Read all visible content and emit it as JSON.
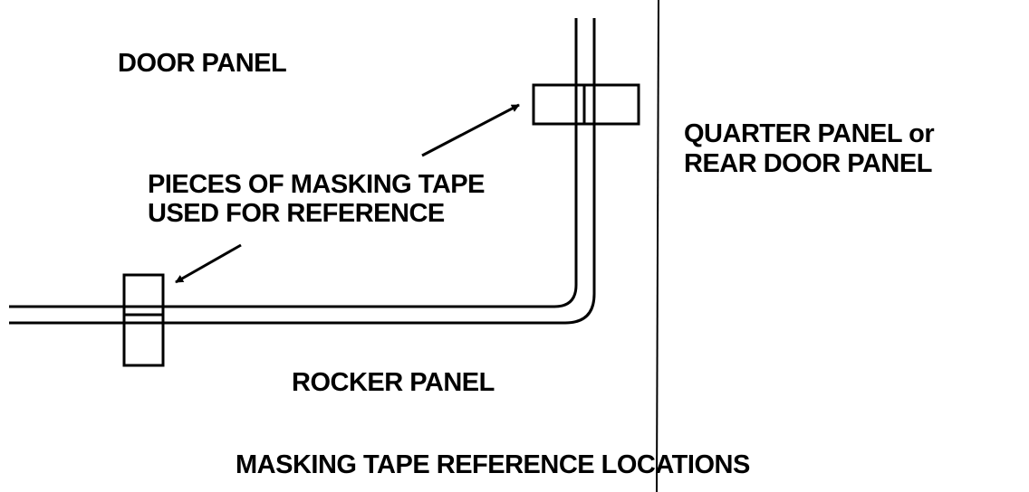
{
  "labels": {
    "door_panel": "DOOR PANEL",
    "quarter_panel_line1": "QUARTER PANEL or",
    "quarter_panel_line2": "REAR DOOR PANEL",
    "tape_note_line1": "PIECES OF MASKING TAPE",
    "tape_note_line2": "USED FOR REFERENCE",
    "rocker_panel": "ROCKER PANEL",
    "caption": "MASKING TAPE REFERENCE LOCATIONS"
  },
  "colors": {
    "ink": "#000000",
    "paper": "#ffffff"
  }
}
